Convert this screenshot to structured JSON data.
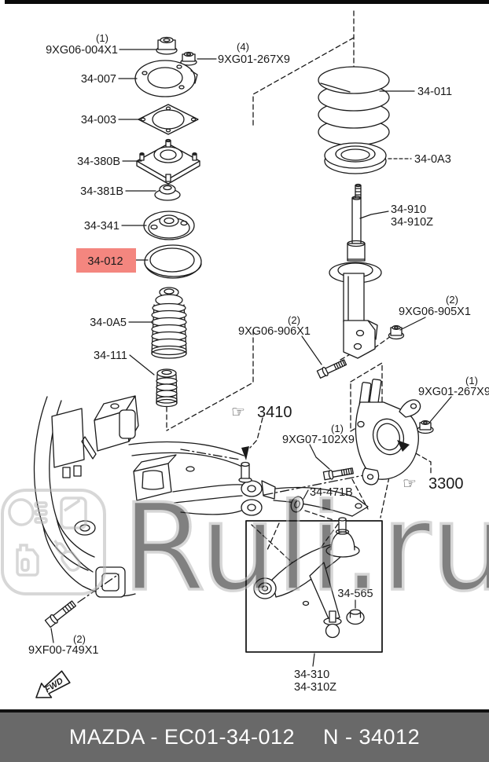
{
  "footer": {
    "left": "MAZDA - EC01-34-012",
    "right": "N - 34012"
  },
  "watermark": {
    "text": "Ruli.ru"
  },
  "fwd_label": "FWD",
  "icons": {
    "hand": "☞"
  },
  "colors": {
    "highlight": "#f4867f",
    "footer_bg": "#696969",
    "watermark": "#c9c9c9",
    "line": "#1a1a1a",
    "top_strip": "#0a0a0a"
  },
  "parts": {
    "nut_004x1": {
      "qty": "(1)",
      "code": "9XG06-004X1"
    },
    "nut_267x9_top": {
      "qty": "(4)",
      "code": "9XG01-267X9"
    },
    "p34_007": {
      "code": "34-007"
    },
    "p34_003": {
      "code": "34-003"
    },
    "p34_380b": {
      "code": "34-380B"
    },
    "p34_381b": {
      "code": "34-381B"
    },
    "p34_341": {
      "code": "34-341"
    },
    "p34_012": {
      "code": "34-012",
      "highlighted": true
    },
    "p34_0a5": {
      "code": "34-0A5"
    },
    "p34_111": {
      "code": "34-111"
    },
    "p34_011": {
      "code": "34-011"
    },
    "p34_0a3": {
      "code": "34-0A3"
    },
    "p34_910": {
      "code": "34-910"
    },
    "p34_910z": {
      "code": "34-910Z"
    },
    "nut_905x1": {
      "qty": "(2)",
      "code": "9XG06-905X1"
    },
    "bolt_906x1": {
      "qty": "(2)",
      "code": "9XG06-906X1"
    },
    "nut_267x9_knuckle": {
      "qty": "(1)",
      "code": "9XG01-267X9"
    },
    "ref_3410": {
      "code": "3410"
    },
    "bolt_102x9": {
      "qty": "(1)",
      "code": "9XG07-102X9"
    },
    "ref_3300": {
      "code": "3300"
    },
    "p34_471b": {
      "code": "34-471B"
    },
    "p34_565": {
      "code": "34-565"
    },
    "p34_310": {
      "code": "34-310"
    },
    "p34_310z": {
      "code": "34-310Z"
    },
    "bolt_749x1": {
      "qty": "(2)",
      "code": "9XF00-749X1"
    }
  }
}
